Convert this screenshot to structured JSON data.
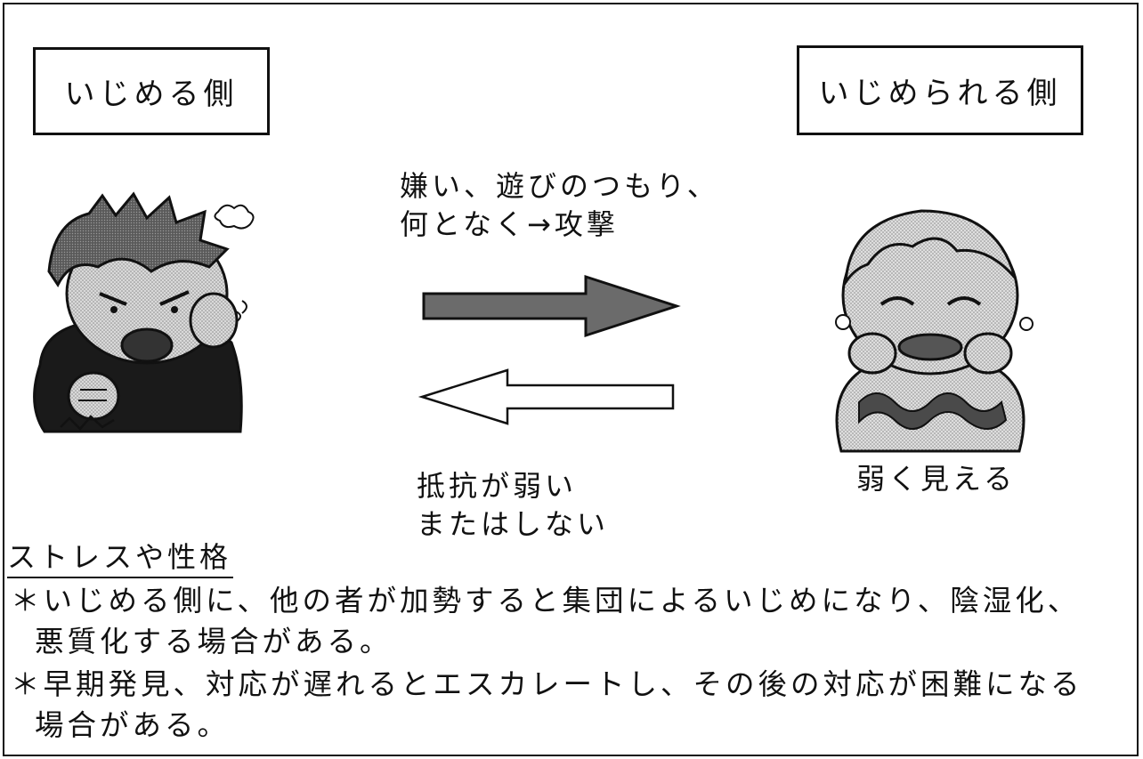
{
  "left_label": "いじめる側",
  "right_label": "いじめられる側",
  "forward_caption": {
    "line1": "嫌い、遊びのつもり、",
    "line2": "何となく→攻撃"
  },
  "backward_caption": {
    "line1": "抵抗が弱い",
    "line2": "またはしない"
  },
  "victim_caption": "弱く見える",
  "heading": "ストレスや性格",
  "notes": [
    {
      "line1": "＊いじめる側に、他の者が加勢すると集団によるいじめになり、陰湿化、",
      "line2": "悪質化する場合がある。"
    },
    {
      "line1": "＊早期発見、対応が遅れるとエスカレートし、その後の対応が困難になる",
      "line2": "場合がある。"
    }
  ],
  "colors": {
    "forward_arrow": "#6b6b6b",
    "backward_arrow": "#ffffff",
    "line": "#111111"
  },
  "icons": {
    "bully": "angry-child-icon",
    "victim": "crying-child-icon"
  }
}
